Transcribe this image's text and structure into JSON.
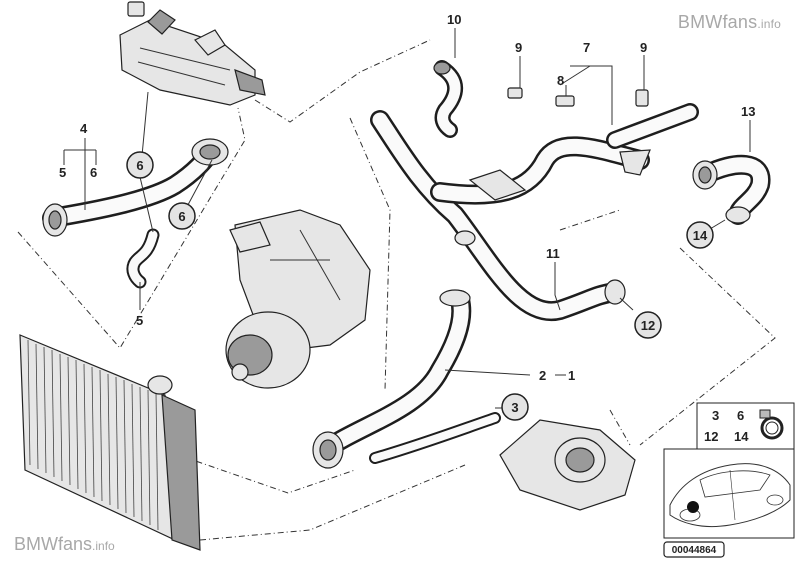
{
  "watermark": {
    "brand": "BMWfans",
    "suffix": ".info"
  },
  "part_labels": {
    "p10": "10",
    "p9a": "9",
    "p9b": "9",
    "p7": "7",
    "p8": "8",
    "p13": "13",
    "p4": "4",
    "p5a": "5",
    "p6a": "6",
    "p6b": "6",
    "p6c": "6",
    "p5b": "5",
    "p14": "14",
    "p11": "11",
    "p12": "12",
    "p2": "2",
    "p1": "1",
    "p3": "3"
  },
  "legend": {
    "a": "3",
    "b": "6",
    "c": "12",
    "d": "14"
  },
  "diagram_code": "00044864",
  "colors": {
    "watermark": "#a8a8a8",
    "line": "#222222",
    "part_fill": "#e6e6e6"
  }
}
